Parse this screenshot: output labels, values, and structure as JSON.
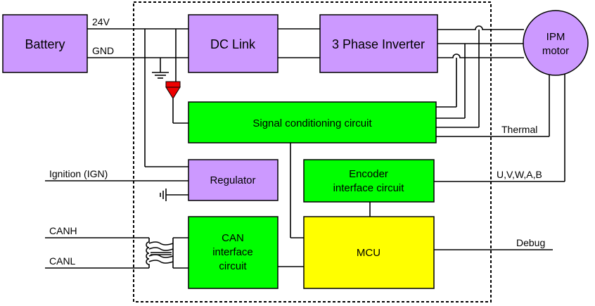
{
  "colors": {
    "purple": "#cc99ff",
    "green": "#00ff00",
    "yellow": "#ffff00",
    "red": "#ee0000",
    "line": "#000000"
  },
  "blocks": {
    "battery": "Battery",
    "dc_link": "DC Link",
    "inverter": "3 Phase Inverter",
    "motor_line1": "IPM",
    "motor_line2": "motor",
    "signal_conditioning": "Signal conditioning circuit",
    "regulator": "Regulator",
    "encoder_line1": "Encoder",
    "encoder_line2": "interface circuit",
    "can_line1": "CAN",
    "can_line2": "interface",
    "can_line3": "circuit",
    "mcu": "MCU"
  },
  "labels": {
    "v24": "24V",
    "gnd": "GND",
    "thermal": "Thermal",
    "uvwab": "U,V,W,A,B",
    "ignition": "Ignition (IGN)",
    "canh": "CANH",
    "canl": "CANL",
    "debug": "Debug"
  },
  "icons": {
    "ground": "ground-icon",
    "current_sensor": "current-sensor-icon",
    "transformer": "transformer-icon",
    "crossover": "wire-crossover-icon"
  }
}
